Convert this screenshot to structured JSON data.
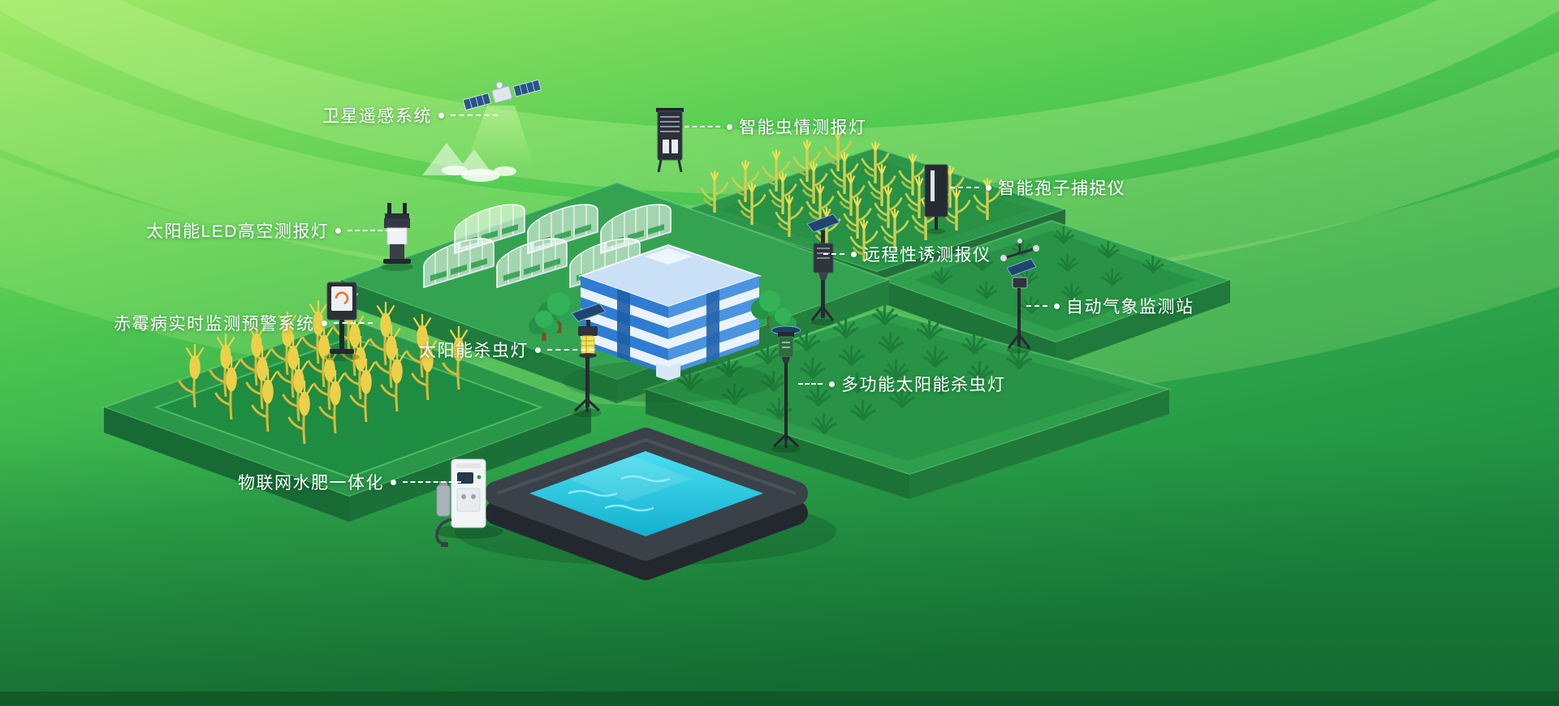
{
  "labels": {
    "satellite_system": "卫星遥感系统",
    "insect_monitor_lamp": "智能虫情测报灯",
    "spore_catcher": "智能孢子捕捉仪",
    "solar_led_lamp": "太阳能LED高空测报灯",
    "pheromone_monitor": "远程性诱测报仪",
    "weather_station": "自动气象监测站",
    "scab_warning_system": "赤霉病实时监测预警系统",
    "solar_insect_killer": "太阳能杀虫灯",
    "multi_solar_insect_killer": "多功能太阳能杀虫灯",
    "iot_water_fertilizer": "物联网水肥一体化"
  },
  "colors": {
    "background_top": "#9fe866",
    "background_bottom": "#1d8c41",
    "platform_top_green": "#2f9e4c",
    "platform_side_green": "#1d7438",
    "field_dark_green": "#1e8c41",
    "wheat_yellow": "#ecd04a",
    "water_cyan": "#2fd4e6",
    "pool_border_gray": "#3a4149",
    "building_blue": "#2e7cd3",
    "device_dark": "#2b303a",
    "solar_panel_blue": "#20456f",
    "label_text": "#ffffff"
  }
}
